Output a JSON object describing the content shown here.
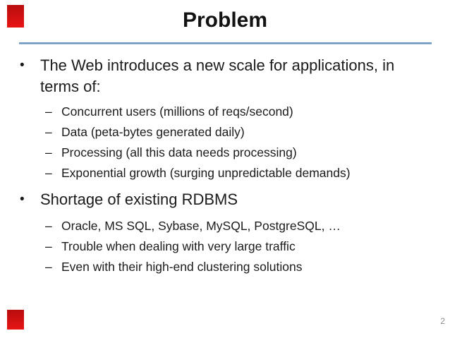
{
  "slide": {
    "title": "Problem",
    "page_number": "2",
    "markers": {
      "bullet": "•",
      "dash": "–"
    },
    "colors": {
      "title_rule_blue": "#6d96be",
      "accent_red": "#d81010",
      "body_text": "#1b1b1b",
      "page_number_gray": "#8c8c8c"
    },
    "bullets": [
      {
        "label": "The Web introduces a new scale for applications, in terms of:",
        "sub": [
          "Concurrent users (millions of reqs/second)",
          "Data (peta-bytes generated daily)",
          "Processing (all this data needs processing)",
          "Exponential growth (surging unpredictable demands)"
        ]
      },
      {
        "label": "Shortage of existing RDBMS",
        "sub": [
          "Oracle, MS SQL, Sybase, MySQL, PostgreSQL, …",
          "Trouble when dealing with very large traffic",
          "Even with their high-end clustering solutions"
        ]
      }
    ]
  }
}
